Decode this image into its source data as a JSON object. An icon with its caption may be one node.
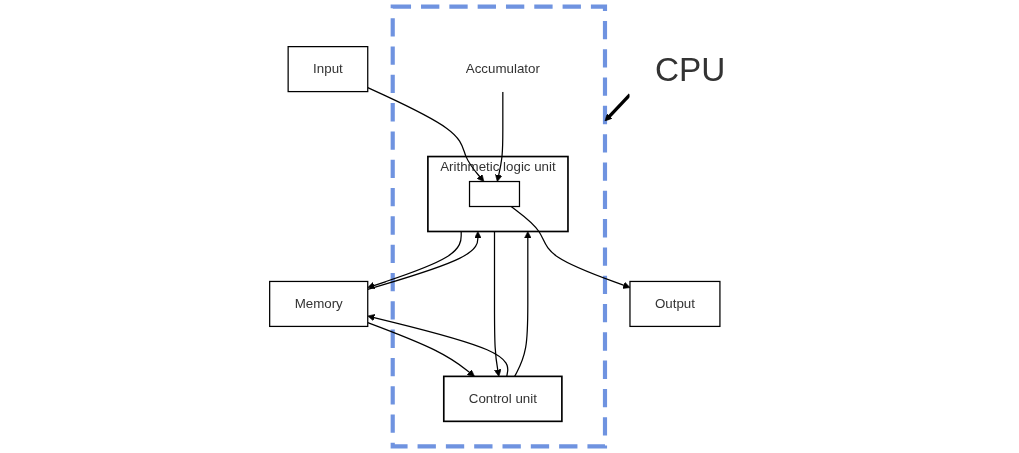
{
  "diagram": {
    "nodes": [
      {
        "text": [
          "Memory"
        ]
      },
      {
        "text": [
          "CPU"
        ]
      },
      {
        "text": [],
        "shape": "box"
      },
      {
        "text": [
          "Control unit"
        ],
        "in": 2
      },
      {
        "text": [
          "Arithmetic logic unit"
        ],
        "in": 2
      },
      {
        "text": [],
        "shape": "box",
        "in": 4
      },
      {
        "text": [
          "Accumulator"
        ],
        "in": 2
      },
      {
        "text": [
          "Input"
        ]
      },
      {
        "text": [
          "Output"
        ]
      }
    ],
    "edges": [
      {
        "from": 3,
        "to": 0,
        "arrow": "to"
      },
      {
        "from": 0,
        "to": 3,
        "arrow": "to"
      },
      {
        "from": 4,
        "to": 0,
        "arrow": "to"
      },
      {
        "from": 0,
        "to": 4,
        "arrow": "to"
      },
      {
        "from": 3,
        "to": 4,
        "arrow": "to"
      },
      {
        "from": 4,
        "to": 3,
        "arrow": "to"
      },
      {
        "from": 7,
        "to": 5,
        "arrow": "to"
      },
      {
        "from": 5,
        "to": 8,
        "arrow": "to"
      },
      {
        "from": 6,
        "to": 5,
        "arrow": "to"
      },
      {
        "from": 1,
        "to": 2,
        "arrow": "to",
        "style": "thick"
      }
    ]
  }
}
